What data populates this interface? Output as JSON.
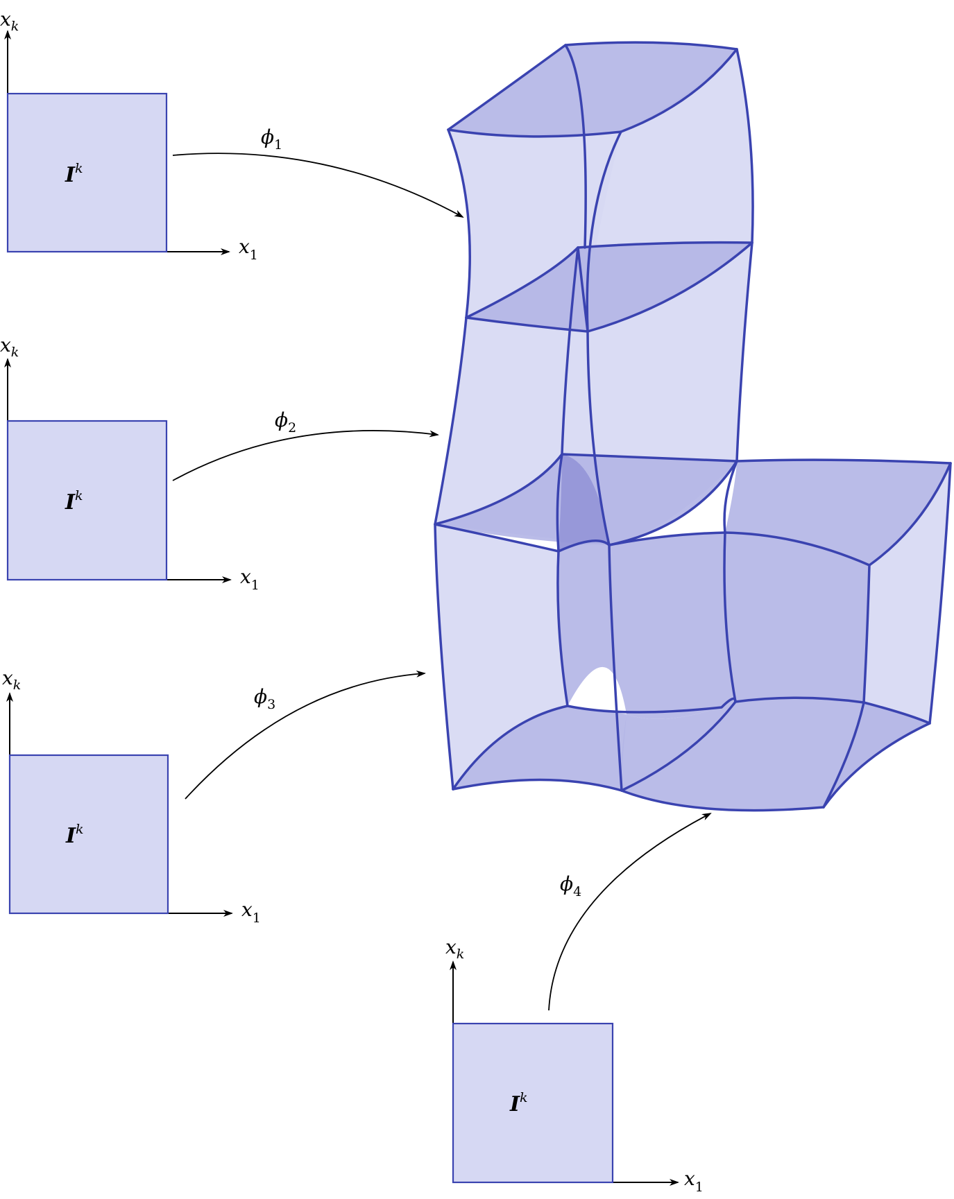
{
  "colors": {
    "cube_fill": "#d6d8f3",
    "edge": "#3a43b0",
    "face_mid": "#b3b5e6",
    "face_dark": "#9596d8"
  },
  "reference_cubes": [
    {
      "region": "I",
      "region_sup": "k",
      "axis_x": "x",
      "axis_x_sub": "1",
      "axis_y": "x",
      "axis_y_sub": "k"
    },
    {
      "region": "I",
      "region_sup": "k",
      "axis_x": "x",
      "axis_x_sub": "1",
      "axis_y": "x",
      "axis_y_sub": "k"
    },
    {
      "region": "I",
      "region_sup": "k",
      "axis_x": "x",
      "axis_x_sub": "1",
      "axis_y": "x",
      "axis_y_sub": "k"
    },
    {
      "region": "I",
      "region_sup": "k",
      "axis_x": "x",
      "axis_x_sub": "1",
      "axis_y": "x",
      "axis_y_sub": "k"
    }
  ],
  "maps": [
    {
      "symbol": "ϕ",
      "sub": "1"
    },
    {
      "symbol": "ϕ",
      "sub": "2"
    },
    {
      "symbol": "ϕ",
      "sub": "3"
    },
    {
      "symbol": "ϕ",
      "sub": "4"
    }
  ]
}
